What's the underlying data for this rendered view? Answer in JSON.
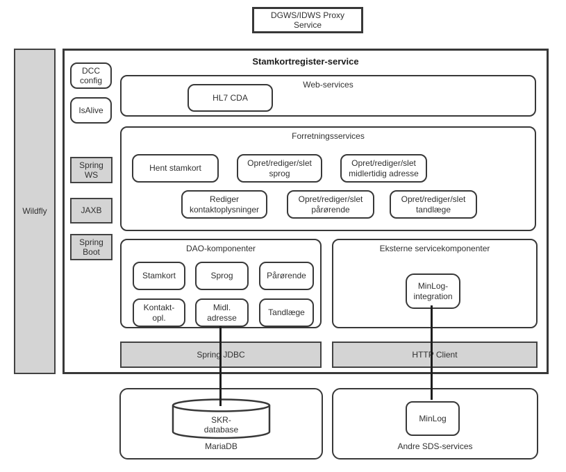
{
  "proxy": {
    "label": "DGWS/IDWS Proxy\nService"
  },
  "wildfly": {
    "label": "Wildfly"
  },
  "main": {
    "title": "Stamkortregister-service",
    "side": {
      "dcc_config": "DCC\nconfig",
      "isalive": "IsAlive",
      "spring_ws": "Spring\nWS",
      "jaxb": "JAXB",
      "spring_boot": "Spring\nBoot"
    },
    "web_services": {
      "title": "Web-services",
      "hl7": "HL7 CDA"
    },
    "forretningsservices": {
      "title": "Forretningsservices",
      "row1": [
        "Hent stamkort",
        "Opret/rediger/slet\nsprog",
        "Opret/rediger/slet\nmidlertidig adresse"
      ],
      "row2": [
        "Rediger\nkontaktoplysninger",
        "Opret/rediger/slet\npårørende",
        "Opret/rediger/slet\ntandlæge"
      ]
    },
    "dao": {
      "title": "DAO-komponenter",
      "row1": [
        "Stamkort",
        "Sprog",
        "Pårørende"
      ],
      "row2": [
        "Kontakt-\nopl.",
        "Midl.\nadresse",
        "Tandlæge"
      ]
    },
    "eksterne": {
      "title": "Eksterne servicekomponenter",
      "minlog_integration": "MinLog-\nintegration"
    },
    "bars": {
      "spring_jdbc": "Spring JDBC",
      "http_client": "HTTP Client"
    }
  },
  "bottom": {
    "mariadb": {
      "database": "SKR-\ndatabase",
      "caption": "MariaDB"
    },
    "sds": {
      "service": "MinLog",
      "caption": "Andre SDS-services"
    }
  },
  "colors": {
    "gray_fill": "#d4d4d4",
    "border": "#383838",
    "line": "#1d1d1d"
  }
}
